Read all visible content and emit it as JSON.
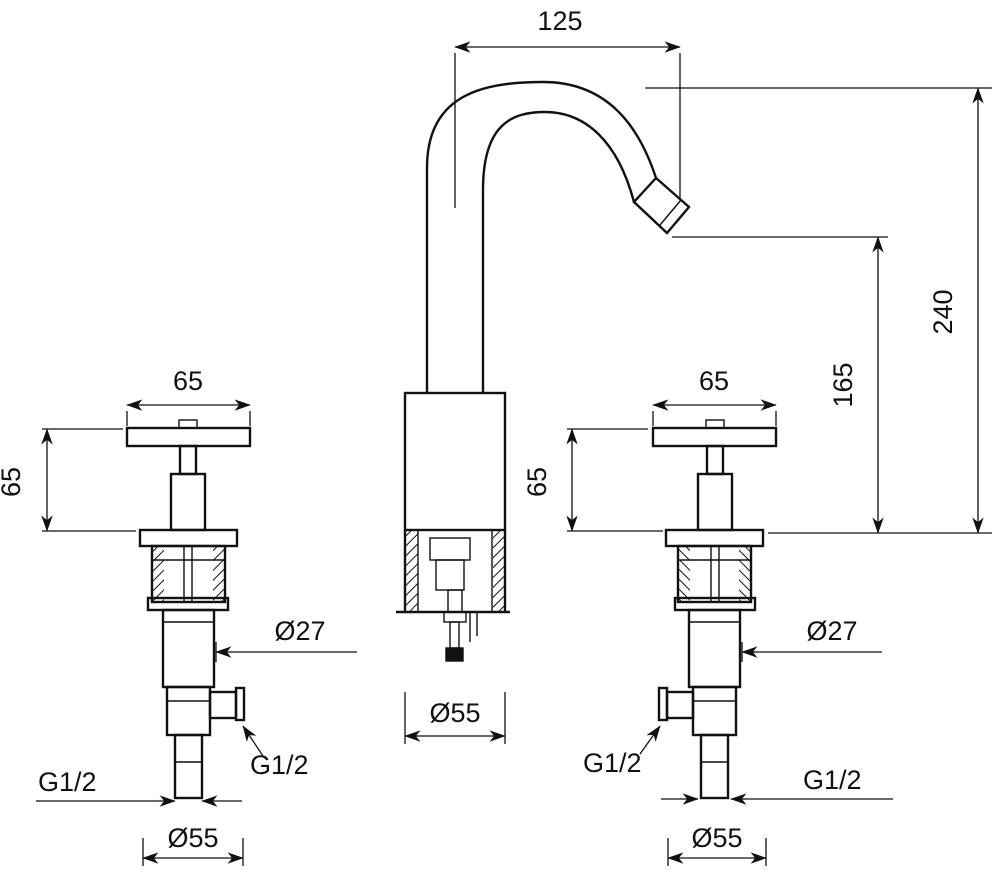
{
  "drawing": {
    "type": "technical-dimension-drawing",
    "subject": "3-hole basin mixer: swan-neck spout with two cross-handle side valves",
    "line_color": "#111111",
    "background": "#ffffff",
    "labels": {
      "spout_reach": "125",
      "total_height": "240",
      "spout_outlet_height": "165",
      "left_handle_width": "65",
      "left_handle_height": "65",
      "right_handle_width": "65",
      "right_handle_height": "65",
      "left_valve_body_diameter": "Ø27",
      "right_valve_body_diameter": "Ø27",
      "spout_base_diameter": "Ø55",
      "left_valve_base_diameter": "Ø55",
      "right_valve_base_diameter": "Ø55",
      "left_bottom_thread": "G1/2",
      "left_side_thread": "G1/2",
      "right_side_thread": "G1/2",
      "right_bottom_thread": "G1/2"
    }
  }
}
